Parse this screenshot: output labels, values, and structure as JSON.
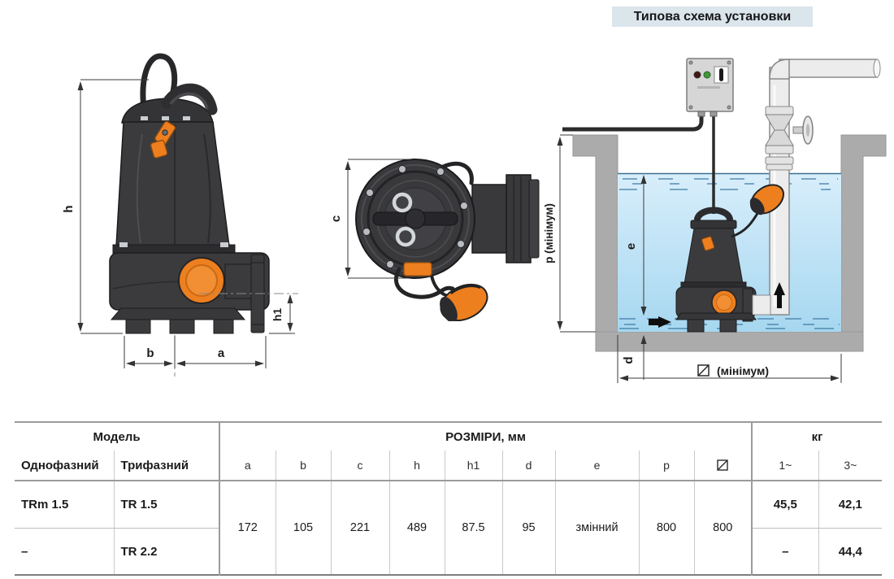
{
  "title": "Типова схема установки",
  "colors": {
    "accent_orange": "#ED7F1F",
    "pump_dark": "#3B3B3E",
    "water_blue": "#BFE2F4",
    "concrete_gray": "#ABABAB",
    "title_bg": "#DBE5EC"
  },
  "figures": {
    "side_view": {
      "dim_h": "h",
      "dim_h1": "h1",
      "dim_b": "b",
      "dim_a": "a"
    },
    "top_view": {
      "dim_c": "c"
    },
    "installation": {
      "dim_p": "p (мінімум)",
      "dim_e": "e",
      "dim_d": "d",
      "dim_width_min": "(мінімум)",
      "width_symbol": "square-diagonal"
    }
  },
  "table": {
    "headers": {
      "model": "Модель",
      "dimensions": "РОЗМІРИ, мм",
      "weight": "кг",
      "single_phase": "Однофазний",
      "three_phase": "Трифазний",
      "dim_cols": [
        "a",
        "b",
        "c",
        "h",
        "h1",
        "d",
        "e",
        "p"
      ],
      "dim_col9_symbol": "square-diagonal",
      "weight_cols": [
        "1~",
        "3~"
      ]
    },
    "dims_values": [
      "172",
      "105",
      "221",
      "489",
      "87.5",
      "95",
      "змінний",
      "800",
      "800"
    ],
    "rows": [
      {
        "single": "TRm 1.5",
        "three": "TR 1.5",
        "kg_1": "45,5",
        "kg_3": "42,1"
      },
      {
        "single": "–",
        "three": "TR 2.2",
        "kg_1": "–",
        "kg_3": "44,4"
      }
    ]
  }
}
